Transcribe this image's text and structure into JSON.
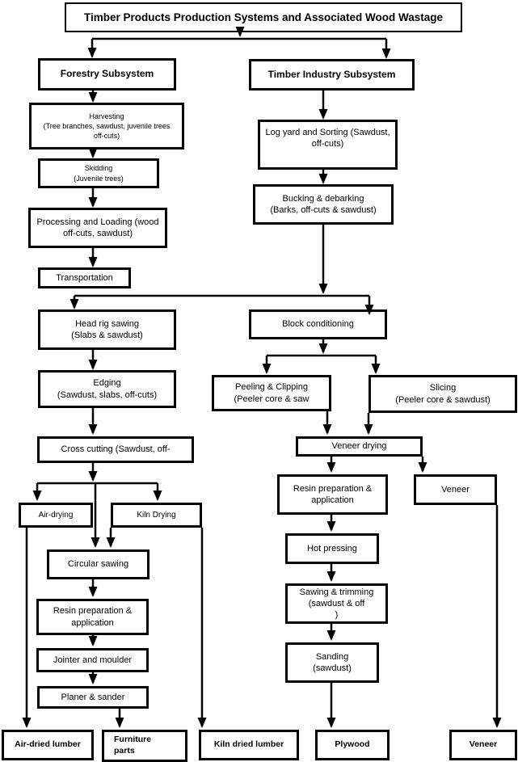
{
  "diagram": {
    "title": "Timber Products Production Systems and Associated Wood Wastage",
    "nodes": {
      "forestry_subsystem": {
        "lines": [
          "Forestry Subsystem"
        ]
      },
      "timber_industry_subsystem": {
        "lines": [
          "Timber Industry Subsystem"
        ]
      },
      "harvesting": {
        "lines": [
          "Harvesting",
          "(Tree branches, sawdust, juvenile trees",
          "off-cuts)"
        ]
      },
      "skidding": {
        "lines": [
          "Skidding",
          "(Juvenile trees)"
        ]
      },
      "processing_loading": {
        "lines": [
          "Processing and Loading (wood",
          "off-cuts, sawdust)"
        ]
      },
      "transportation": {
        "lines": [
          "Transportation"
        ]
      },
      "log_yard_sorting": {
        "lines": [
          "Log yard and Sorting (Sawdust,",
          "off-cuts)"
        ]
      },
      "bucking_debarking": {
        "lines": [
          "Bucking & debarking",
          "(Barks, off-cuts & sawdust)"
        ]
      },
      "head_rig_sawing": {
        "lines": [
          "Head rig sawing",
          "(Slabs & sawdust)"
        ]
      },
      "block_conditioning": {
        "lines": [
          "Block conditioning"
        ]
      },
      "peeling_clipping": {
        "lines": [
          "Peeling & Clipping",
          "(Peeler core & saw"
        ]
      },
      "slicing": {
        "lines": [
          "Slicing",
          "(Peeler core & sawdust)"
        ]
      },
      "edging": {
        "lines": [
          "Edging",
          "(Sawdust, slabs, off-cuts)"
        ]
      },
      "cross_cutting": {
        "lines": [
          "Cross cutting (Sawdust, off-"
        ]
      },
      "veneer_drying": {
        "lines": [
          "Veneer drying"
        ]
      },
      "resin_preparation_plywood": {
        "lines": [
          "Resin preparation &",
          "application"
        ]
      },
      "veneer_mid": {
        "lines": [
          "Veneer"
        ]
      },
      "air_drying": {
        "lines": [
          "Air-drying"
        ]
      },
      "kiln_drying": {
        "lines": [
          "Kiln Drying"
        ]
      },
      "circular_sawing": {
        "lines": [
          "Circular sawing"
        ]
      },
      "resin_preparation_lumber": {
        "lines": [
          "Resin preparation &",
          "application"
        ]
      },
      "jointer_moulder": {
        "lines": [
          "Jointer and moulder"
        ]
      },
      "planer_sander": {
        "lines": [
          "Planer & sander"
        ]
      },
      "hot_pressing": {
        "lines": [
          "Hot pressing"
        ]
      },
      "sawing_trimming": {
        "lines": [
          "Sawing & trimming",
          "(sawdust & off",
          ")"
        ]
      },
      "sanding": {
        "lines": [
          "Sanding",
          "(sawdust)"
        ]
      },
      "air_dried_lumber": {
        "lines": [
          "Air-dried lumber"
        ]
      },
      "furniture_parts": {
        "lines": [
          "Furniture",
          "parts"
        ]
      },
      "kiln_dried_lumber": {
        "lines": [
          "Kiln dried lumber"
        ]
      },
      "plywood": {
        "lines": [
          "Plywood"
        ]
      },
      "veneer_output": {
        "lines": [
          "Veneer"
        ]
      }
    },
    "line_color": "#000000",
    "box_fill": "#ffffff"
  }
}
